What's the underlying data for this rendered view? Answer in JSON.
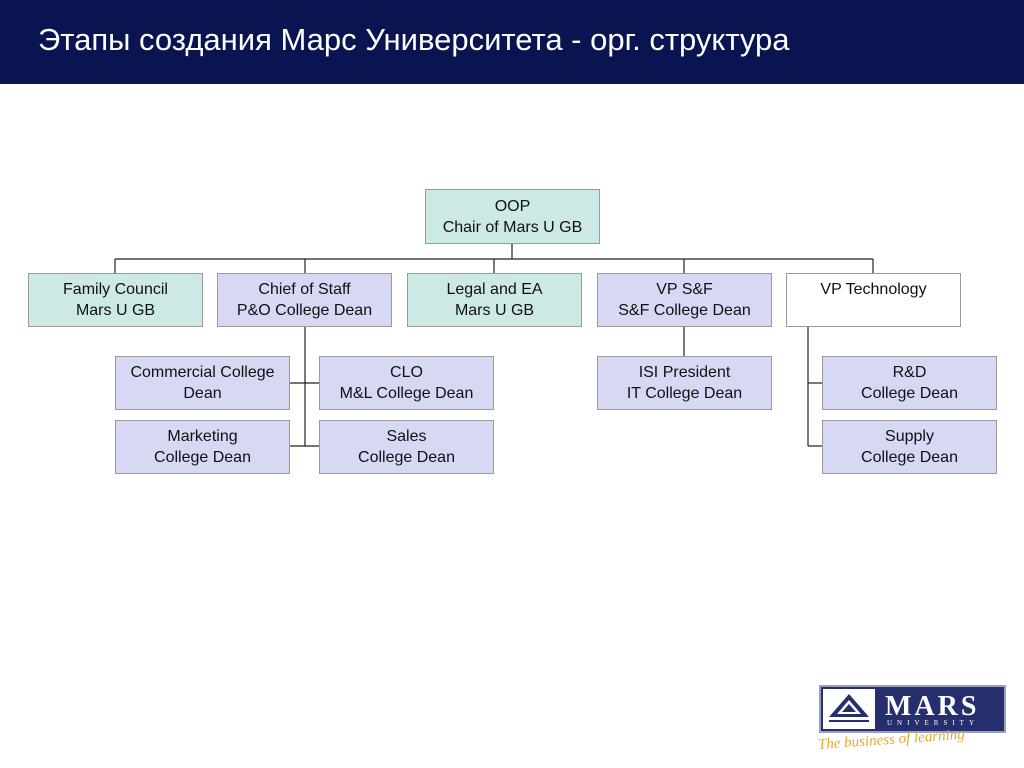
{
  "header": {
    "title": "Этапы создания Марс Университета -  орг. структура"
  },
  "org": {
    "root": {
      "line1": "OOP",
      "line2": "Chair of Mars U GB"
    },
    "family_council": {
      "line1": "Family Council",
      "line2": "Mars U GB"
    },
    "chief_of_staff": {
      "line1": "Chief of Staff",
      "line2": "P&O College Dean"
    },
    "legal": {
      "line1": "Legal and EA",
      "line2": "Mars U GB"
    },
    "vp_sf": {
      "line1": "VP S&F",
      "line2": "S&F College Dean"
    },
    "vp_tech": {
      "line1": "VP Technology"
    },
    "commercial": {
      "line1": "Commercial College",
      "line2": "Dean"
    },
    "clo": {
      "line1": "CLO",
      "line2": "M&L College Dean"
    },
    "marketing": {
      "line1": "Marketing",
      "line2": "College Dean"
    },
    "sales": {
      "line1": "Sales",
      "line2": "College Dean"
    },
    "isi": {
      "line1": "ISI President",
      "line2": "IT College Dean"
    },
    "rnd": {
      "line1": "R&D",
      "line2": "College Dean"
    },
    "supply": {
      "line1": "Supply",
      "line2": "College Dean"
    }
  },
  "colors": {
    "header": "#0a1450",
    "teal_box": "#cde9e6",
    "lavender_box": "#d6d8f4",
    "connector": "#222222"
  },
  "logo": {
    "word": "MARS",
    "sub": "UNIVERSITY",
    "tagline": "The business of learning"
  }
}
